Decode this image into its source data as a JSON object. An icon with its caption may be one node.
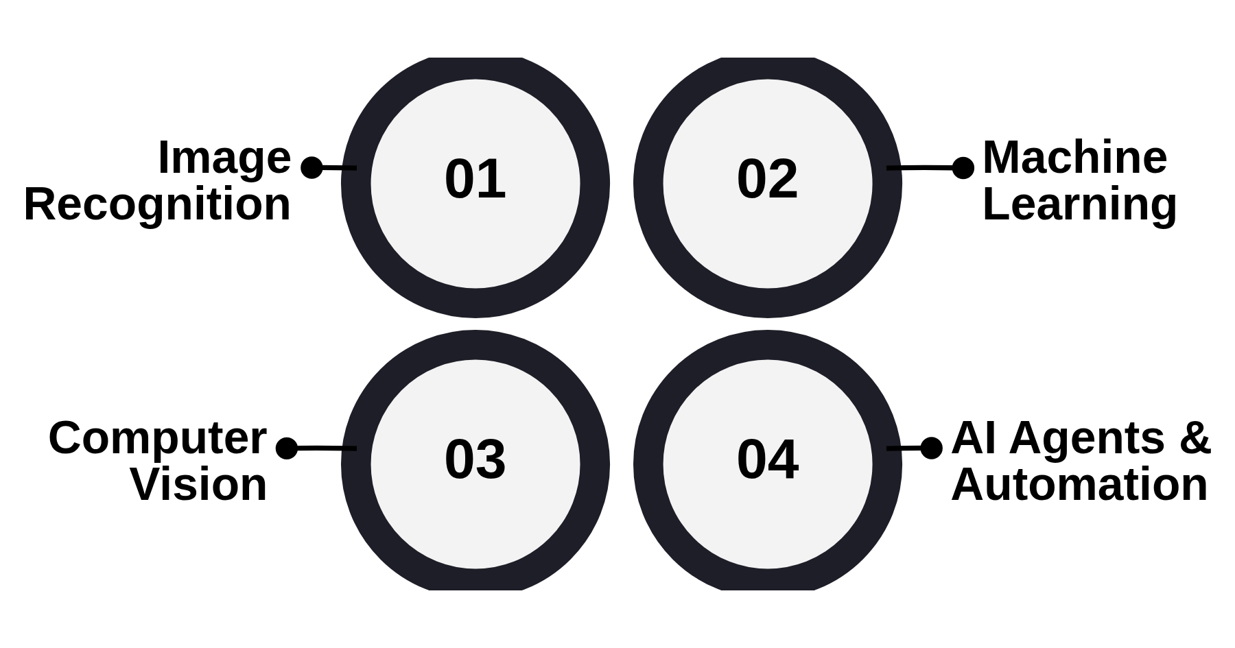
{
  "diagram": {
    "nodes": [
      {
        "text": [
          "Image Recognition"
        ]
      },
      {
        "text": [
          "01"
        ]
      },
      {
        "text": [
          "02"
        ]
      },
      {
        "text": [
          "Machine Learning"
        ]
      },
      {
        "text": [
          "Computer Vision"
        ]
      },
      {
        "text": [
          "03"
        ]
      },
      {
        "text": [
          "04"
        ]
      },
      {
        "text": [
          "AI Agents & Automation"
        ]
      }
    ],
    "edges": [
      {
        "from": 0,
        "to": 1,
        "arrow": "other"
      },
      {
        "from": 3,
        "to": 2,
        "arrow": "other"
      },
      {
        "from": 4,
        "to": 5,
        "arrow": "other"
      },
      {
        "from": 7,
        "to": 6,
        "arrow": "other"
      }
    ]
  }
}
